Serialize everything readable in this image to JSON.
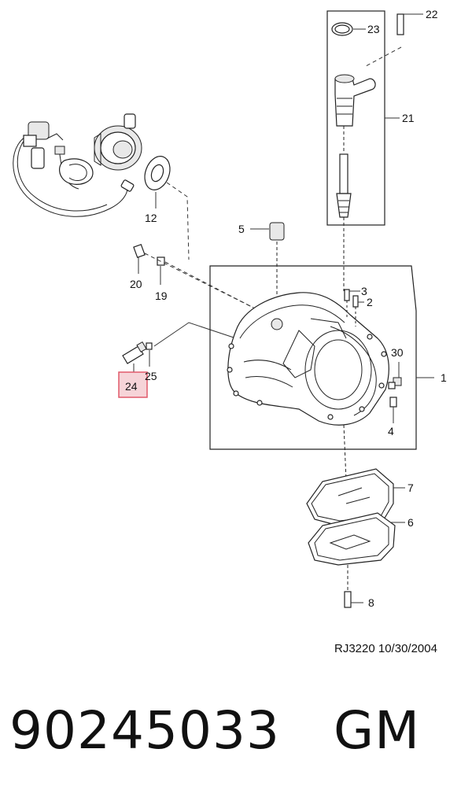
{
  "diagram": {
    "callouts": [
      {
        "id": "c1",
        "label": "1"
      },
      {
        "id": "c2",
        "label": "2"
      },
      {
        "id": "c3",
        "label": "3"
      },
      {
        "id": "c4",
        "label": "4"
      },
      {
        "id": "c5",
        "label": "5"
      },
      {
        "id": "c6",
        "label": "6"
      },
      {
        "id": "c7",
        "label": "7"
      },
      {
        "id": "c8",
        "label": "8"
      },
      {
        "id": "c12",
        "label": "12"
      },
      {
        "id": "c19",
        "label": "19"
      },
      {
        "id": "c20",
        "label": "20"
      },
      {
        "id": "c21",
        "label": "21"
      },
      {
        "id": "c22",
        "label": "22"
      },
      {
        "id": "c23",
        "label": "23"
      },
      {
        "id": "c24",
        "label": "24"
      },
      {
        "id": "c25",
        "label": "25"
      },
      {
        "id": "c30",
        "label": "30"
      }
    ],
    "highlight": {
      "label": "24",
      "color": "#e05a6a",
      "fill": "#f6d4d8"
    },
    "reference": "RJ3220  10/30/2004"
  },
  "part": {
    "number": "90245033",
    "brand": "GM"
  }
}
